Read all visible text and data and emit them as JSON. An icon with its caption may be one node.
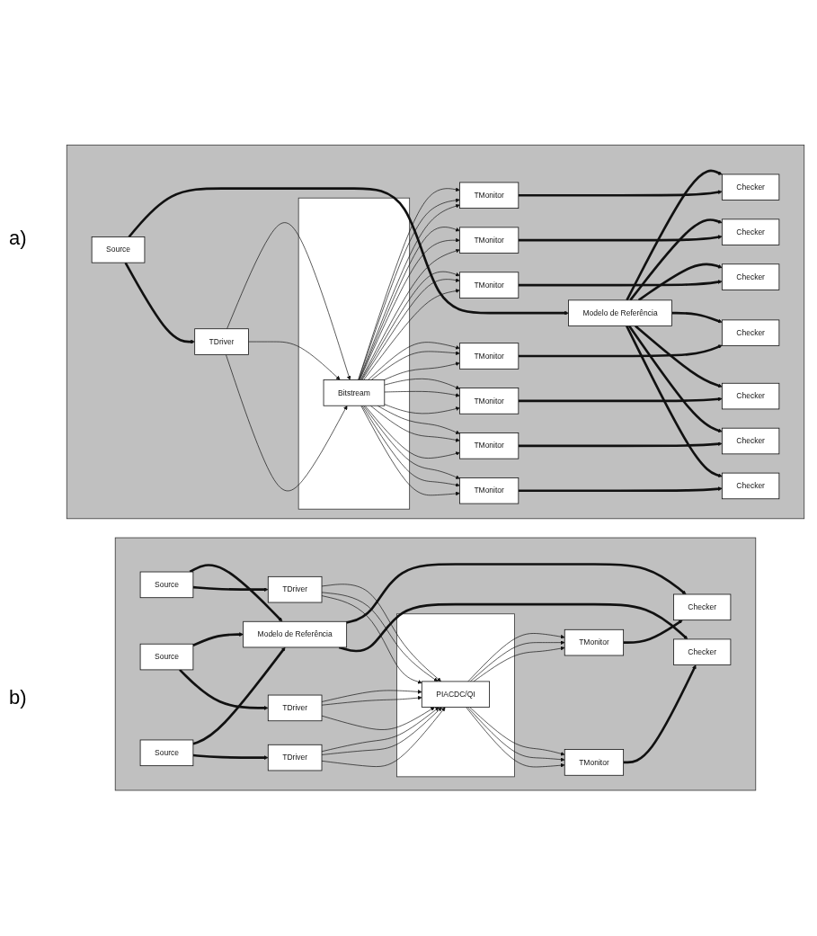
{
  "diagram": {
    "nodes": [
      {
        "text": [],
        "shape": "box"
      },
      {
        "text": [
          "Source"
        ],
        "in": 0
      },
      {
        "text": [
          "Modelo de Referência"
        ],
        "in": 0
      },
      {
        "text": [
          "TDriver"
        ],
        "in": 0
      },
      {
        "text": [],
        "shape": "box",
        "in": 0
      },
      {
        "text": [
          "Bitstream"
        ],
        "in": 4
      },
      {
        "text": [
          "TMonitor"
        ],
        "in": 0
      },
      {
        "text": [
          "TMonitor"
        ],
        "in": 0
      },
      {
        "text": [
          "TMonitor"
        ],
        "in": 0
      },
      {
        "text": [
          "TMonitor"
        ],
        "in": 0
      },
      {
        "text": [
          "TMonitor"
        ],
        "in": 0
      },
      {
        "text": [
          "TMonitor"
        ],
        "in": 0
      },
      {
        "text": [
          "TMonitor"
        ],
        "in": 0
      },
      {
        "text": [
          "Checker"
        ],
        "in": 0
      },
      {
        "text": [
          "Checker"
        ],
        "in": 0
      },
      {
        "text": [
          "Checker"
        ],
        "in": 0
      },
      {
        "text": [
          "Checker"
        ],
        "in": 0
      },
      {
        "text": [
          "Checker"
        ],
        "in": 0
      },
      {
        "text": [
          "Checker"
        ],
        "in": 0
      },
      {
        "text": [
          "Checker"
        ],
        "in": 0
      },
      {
        "text": [],
        "shape": "box"
      },
      {
        "text": [
          "Modelo de Referência"
        ],
        "in": 20
      },
      {
        "text": [
          "Source"
        ],
        "in": 20
      },
      {
        "text": [
          "Source"
        ],
        "in": 20
      },
      {
        "text": [
          "Source"
        ],
        "in": 20
      },
      {
        "text": [
          "TDriver"
        ],
        "in": 20
      },
      {
        "text": [
          "TDriver"
        ],
        "in": 20
      },
      {
        "text": [
          "TDriver"
        ],
        "in": 20
      },
      {
        "text": [],
        "shape": "box",
        "in": 20
      },
      {
        "text": [
          "PIACDC/QI"
        ],
        "in": 28
      },
      {
        "text": [
          "TMonitor"
        ],
        "in": 20
      },
      {
        "text": [
          "TMonitor"
        ],
        "in": 20
      },
      {
        "text": [
          "Checker"
        ],
        "in": 20
      },
      {
        "text": [
          "Checker"
        ],
        "in": 20
      }
    ],
    "edges": [
      {
        "from": 1,
        "to": 2,
        "arrow": "to",
        "style": "thick"
      },
      {
        "from": 1,
        "to": 3,
        "arrow": "to",
        "style": "thick"
      },
      {
        "from": 3,
        "to": 5,
        "arrow": "to"
      },
      {
        "from": 3,
        "to": 5,
        "arrow": "to"
      },
      {
        "from": 3,
        "to": 5,
        "arrow": "to"
      },
      {
        "from": 5,
        "to": 6,
        "arrow": "to"
      },
      {
        "from": 5,
        "to": 6,
        "arrow": "to"
      },
      {
        "from": 5,
        "to": 6,
        "arrow": "to"
      },
      {
        "from": 5,
        "to": 7,
        "arrow": "to"
      },
      {
        "from": 5,
        "to": 7,
        "arrow": "to"
      },
      {
        "from": 5,
        "to": 7,
        "arrow": "to"
      },
      {
        "from": 5,
        "to": 8,
        "arrow": "to"
      },
      {
        "from": 5,
        "to": 8,
        "arrow": "to"
      },
      {
        "from": 5,
        "to": 8,
        "arrow": "to"
      },
      {
        "from": 5,
        "to": 9,
        "arrow": "to"
      },
      {
        "from": 5,
        "to": 9,
        "arrow": "to"
      },
      {
        "from": 5,
        "to": 9,
        "arrow": "to"
      },
      {
        "from": 5,
        "to": 10,
        "arrow": "to"
      },
      {
        "from": 5,
        "to": 10,
        "arrow": "to"
      },
      {
        "from": 5,
        "to": 10,
        "arrow": "to"
      },
      {
        "from": 5,
        "to": 11,
        "arrow": "to"
      },
      {
        "from": 5,
        "to": 11,
        "arrow": "to"
      },
      {
        "from": 5,
        "to": 11,
        "arrow": "to"
      },
      {
        "from": 5,
        "to": 12,
        "arrow": "to"
      },
      {
        "from": 5,
        "to": 12,
        "arrow": "to"
      },
      {
        "from": 5,
        "to": 12,
        "arrow": "to"
      },
      {
        "from": 2,
        "to": 13,
        "arrow": "to",
        "style": "thick"
      },
      {
        "from": 2,
        "to": 14,
        "arrow": "to",
        "style": "thick"
      },
      {
        "from": 2,
        "to": 15,
        "arrow": "to",
        "style": "thick"
      },
      {
        "from": 2,
        "to": 16,
        "arrow": "to",
        "style": "thick"
      },
      {
        "from": 2,
        "to": 17,
        "arrow": "to",
        "style": "thick"
      },
      {
        "from": 2,
        "to": 18,
        "arrow": "to",
        "style": "thick"
      },
      {
        "from": 2,
        "to": 19,
        "arrow": "to",
        "style": "thick"
      },
      {
        "from": 6,
        "to": 13,
        "arrow": "to",
        "style": "thick"
      },
      {
        "from": 7,
        "to": 14,
        "arrow": "to",
        "style": "thick"
      },
      {
        "from": 8,
        "to": 15,
        "arrow": "to",
        "style": "thick"
      },
      {
        "from": 9,
        "to": 16,
        "arrow": "to",
        "style": "thick"
      },
      {
        "from": 10,
        "to": 17,
        "arrow": "to",
        "style": "thick"
      },
      {
        "from": 11,
        "to": 18,
        "arrow": "to",
        "style": "thick"
      },
      {
        "from": 12,
        "to": 19,
        "arrow": "to",
        "style": "thick"
      },
      {
        "from": 22,
        "to": 21,
        "arrow": "to",
        "style": "thick"
      },
      {
        "from": 23,
        "to": 21,
        "arrow": "to",
        "style": "thick"
      },
      {
        "from": 24,
        "to": 21,
        "arrow": "to",
        "style": "thick"
      },
      {
        "from": 22,
        "to": 25,
        "arrow": "to",
        "style": "thick"
      },
      {
        "from": 23,
        "to": 26,
        "arrow": "to",
        "style": "thick"
      },
      {
        "from": 24,
        "to": 27,
        "arrow": "to",
        "style": "thick"
      },
      {
        "from": 25,
        "to": 29,
        "arrow": "to"
      },
      {
        "from": 25,
        "to": 29,
        "arrow": "to"
      },
      {
        "from": 25,
        "to": 29,
        "arrow": "to"
      },
      {
        "from": 26,
        "to": 29,
        "arrow": "to"
      },
      {
        "from": 26,
        "to": 29,
        "arrow": "to"
      },
      {
        "from": 26,
        "to": 29,
        "arrow": "to"
      },
      {
        "from": 27,
        "to": 29,
        "arrow": "to"
      },
      {
        "from": 27,
        "to": 29,
        "arrow": "to"
      },
      {
        "from": 27,
        "to": 29,
        "arrow": "to"
      },
      {
        "from": 29,
        "to": 30,
        "arrow": "to"
      },
      {
        "from": 29,
        "to": 30,
        "arrow": "to"
      },
      {
        "from": 29,
        "to": 30,
        "arrow": "to"
      },
      {
        "from": 29,
        "to": 31,
        "arrow": "to"
      },
      {
        "from": 29,
        "to": 31,
        "arrow": "to"
      },
      {
        "from": 29,
        "to": 31,
        "arrow": "to"
      },
      {
        "from": 21,
        "to": 32,
        "arrow": "to",
        "style": "thick"
      },
      {
        "from": 21,
        "to": 33,
        "arrow": "to",
        "style": "thick"
      },
      {
        "from": 30,
        "to": 32,
        "arrow": "to",
        "style": "thick"
      },
      {
        "from": 31,
        "to": 33,
        "arrow": "to",
        "style": "thick"
      }
    ],
    "labels": [
      "a)",
      "b)"
    ]
  }
}
